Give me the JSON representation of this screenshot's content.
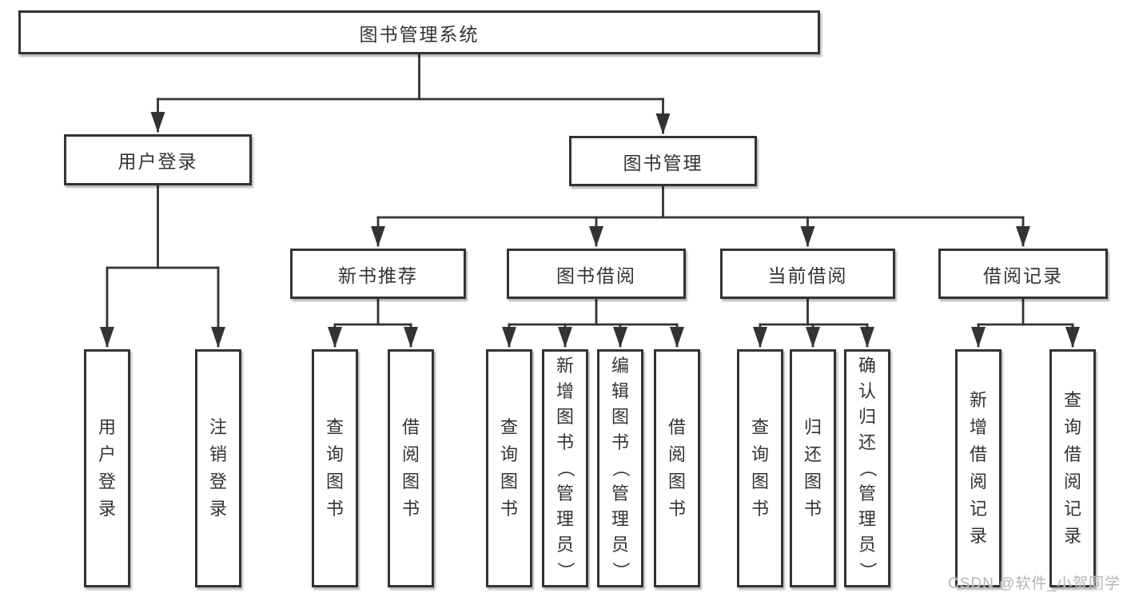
{
  "diagram": {
    "root": {
      "label": "图书管理系统",
      "children": [
        {
          "label": "用户登录",
          "children": [
            {
              "label": "用户登录"
            },
            {
              "label": "注销登录"
            }
          ]
        },
        {
          "label": "图书管理",
          "children": [
            {
              "label": "新书推荐",
              "children": [
                {
                  "label": "查询图书"
                },
                {
                  "label": "借阅图书"
                }
              ]
            },
            {
              "label": "图书借阅",
              "children": [
                {
                  "label": "查询图书"
                },
                {
                  "label": "新增图书（管理员）"
                },
                {
                  "label": "编辑图书（管理员）"
                },
                {
                  "label": "借阅图书"
                }
              ]
            },
            {
              "label": "当前借阅",
              "children": [
                {
                  "label": "查询图书"
                },
                {
                  "label": "归还图书"
                },
                {
                  "label": "确认归还（管理员）"
                }
              ]
            },
            {
              "label": "借阅记录",
              "children": [
                {
                  "label": "新增借阅记录"
                },
                {
                  "label": "查询借阅记录"
                }
              ]
            }
          ]
        }
      ]
    }
  },
  "watermark": {
    "text": "CSDN @软件_小贺同学"
  },
  "colors": {
    "line": "#333333",
    "text": "#333333",
    "watermark": "#b5b5b5",
    "background": "#ffffff"
  }
}
